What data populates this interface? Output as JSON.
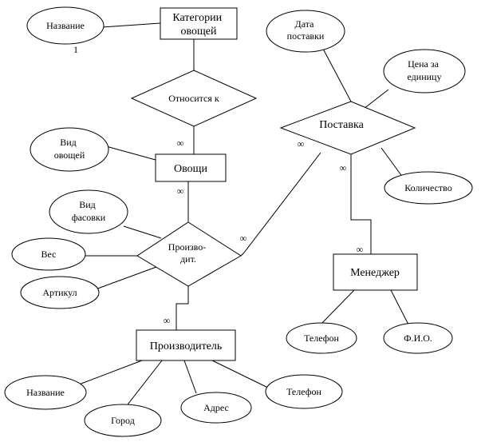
{
  "entities": {
    "categories": {
      "lines": [
        "Категории",
        "овощей"
      ]
    },
    "vegetables": {
      "lines": [
        "Овощи"
      ]
    },
    "manufacturer": {
      "lines": [
        "Производитель"
      ]
    },
    "manager": {
      "lines": [
        "Менеджер"
      ]
    }
  },
  "relationships": {
    "belongs_to": {
      "lines": [
        "Относится к"
      ]
    },
    "supply": {
      "lines": [
        "Поставка"
      ]
    },
    "produces": {
      "lines": [
        "Произво-",
        "дит."
      ]
    }
  },
  "attributes": {
    "category_name": {
      "lines": [
        "Название"
      ]
    },
    "vegetable_kind": {
      "lines": [
        "Вид",
        "овощей"
      ]
    },
    "package_kind": {
      "lines": [
        "Вид",
        "фасовки"
      ]
    },
    "weight": {
      "lines": [
        "Вес"
      ]
    },
    "article": {
      "lines": [
        "Артикул"
      ]
    },
    "supply_date": {
      "lines": [
        "Дата",
        "поставки"
      ]
    },
    "unit_price": {
      "lines": [
        "Цена за",
        "единицу"
      ]
    },
    "quantity": {
      "lines": [
        "Количество"
      ]
    },
    "manager_phone": {
      "lines": [
        "Телефон"
      ]
    },
    "manager_fio": {
      "lines": [
        "Ф.И.О."
      ]
    },
    "maker_name": {
      "lines": [
        "Название"
      ]
    },
    "maker_city": {
      "lines": [
        "Город"
      ]
    },
    "maker_address": {
      "lines": [
        "Адрес"
      ]
    },
    "maker_phone": {
      "lines": [
        "Телефон"
      ]
    }
  },
  "cardinalities": {
    "one": "1",
    "many": "∞"
  }
}
